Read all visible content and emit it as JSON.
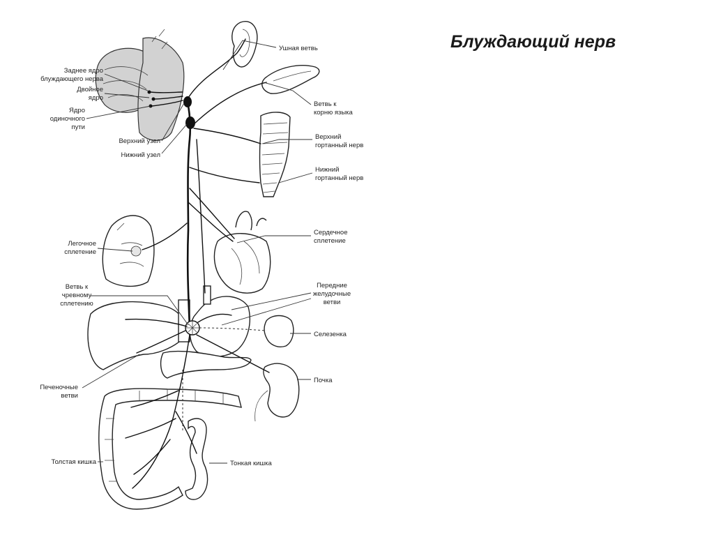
{
  "title": "Блуждающий нерв",
  "labels": {
    "dorsal_nucleus_1": "Заднее ядро",
    "dorsal_nucleus_2": "блуждающего нерва",
    "nucleus_ambiguus_1": "Двойное",
    "nucleus_ambiguus_2": "ядро",
    "solitary_1": "Ядро",
    "solitary_2": "одиночного",
    "solitary_3": "пути",
    "superior_ganglion": "Верхний узел",
    "inferior_ganglion": "Нижний узел",
    "auricular_branch": "Ушная ветвь",
    "tongue_branch_1": "Ветвь к",
    "tongue_branch_2": "корню языка",
    "superior_laryngeal_1": "Верхний",
    "superior_laryngeal_2": "гортанный нерв",
    "inferior_laryngeal_1": "Нижний",
    "inferior_laryngeal_2": "гортанный нерв",
    "pulmonary_plexus_1": "Легочное",
    "pulmonary_plexus_2": "сплетение",
    "cardiac_plexus_1": "Сердечное",
    "cardiac_plexus_2": "сплетение",
    "celiac_branch_1": "Ветвь к",
    "celiac_branch_2": "чревному",
    "celiac_branch_3": "сплетению",
    "gastric_branches_1": "Передние",
    "gastric_branches_2": "желудочные",
    "gastric_branches_3": "ветви",
    "spleen": "Селезенка",
    "hepatic_branches_1": "Печеночные",
    "hepatic_branches_2": "ветви",
    "kidney": "Почка",
    "large_intestine": "Толстая кишка",
    "small_intestine": "Тонкая кишка"
  }
}
